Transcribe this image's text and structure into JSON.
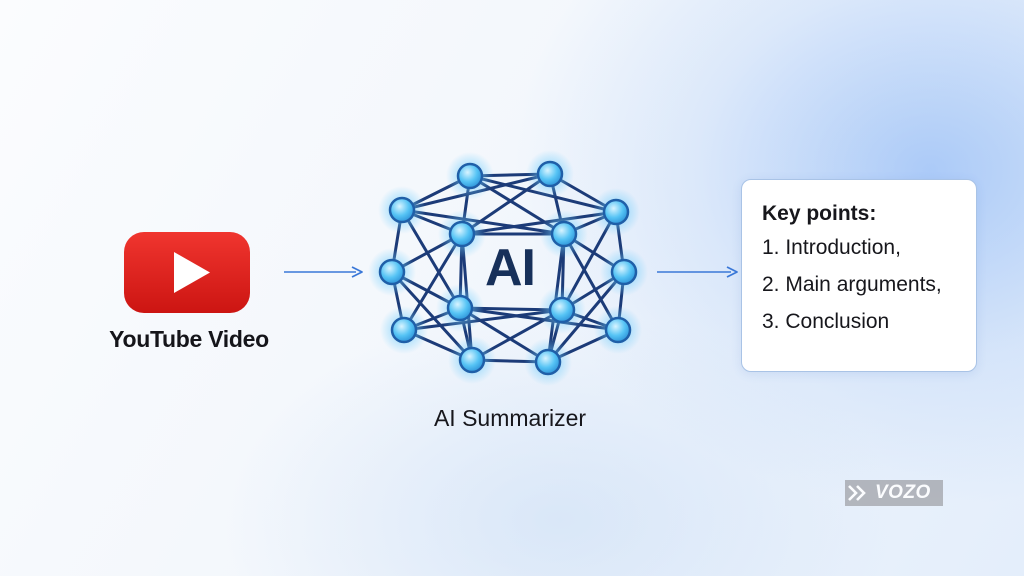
{
  "source": {
    "label": "YouTube Video",
    "icon": "youtube-play-icon",
    "brand_color": "#e52a26"
  },
  "summarizer": {
    "center_text": "AI",
    "label": "AI Summarizer",
    "icon": "neural-network-icon",
    "node_color": "#40b8f0",
    "edge_color": "#1c3b78"
  },
  "output": {
    "title": "Key points:",
    "items": [
      "1. Introduction,",
      "2. Main arguments,",
      "3. Conclusion"
    ]
  },
  "flow": {
    "arrow_color": "#3a78d8"
  },
  "watermark": {
    "text": "VOZO"
  }
}
